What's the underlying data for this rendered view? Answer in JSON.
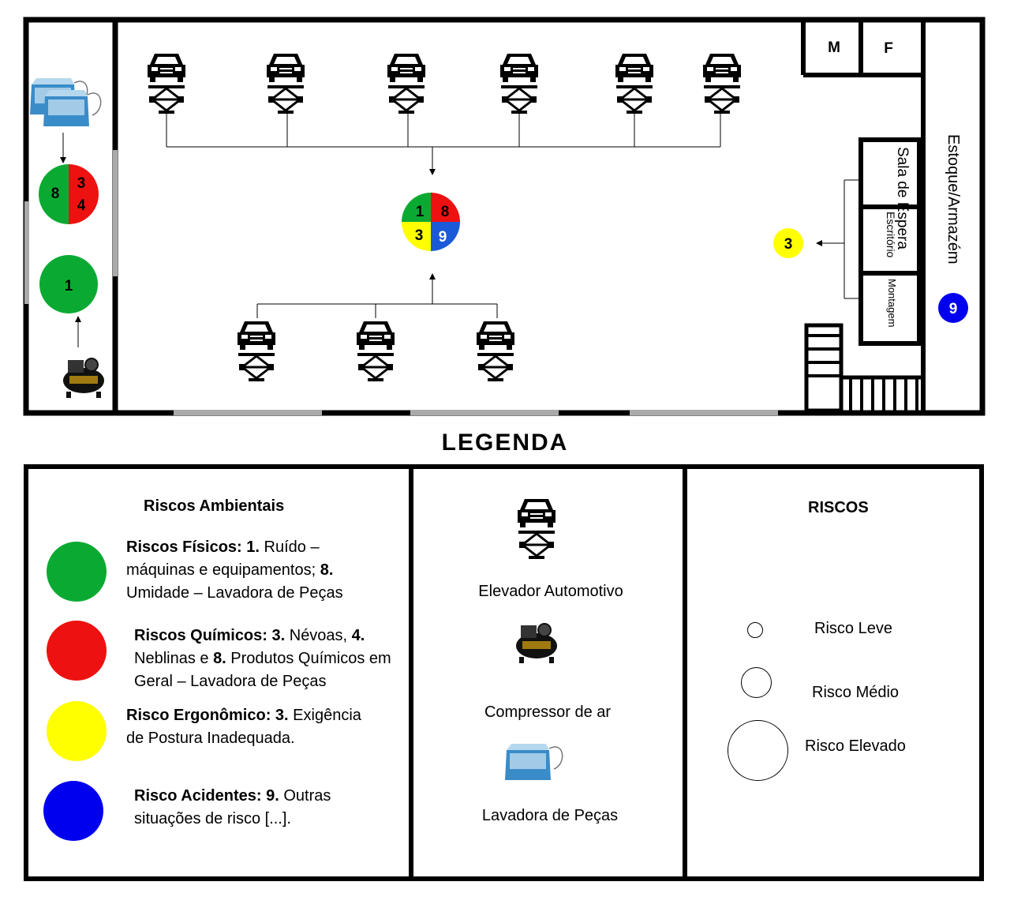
{
  "plan": {
    "rooms": {
      "male_wc": "M",
      "female_wc": "F",
      "waiting_room": "Sala de Espera",
      "office": "Escritório",
      "assembly": "Montagem",
      "storage": "Estoque/Armazém"
    },
    "markers": {
      "central": [
        "1",
        "8",
        "3",
        "9"
      ],
      "washer": [
        "8",
        "3",
        "4"
      ],
      "compressor": "1",
      "ergonomic_rooms": "3",
      "storage": "9"
    }
  },
  "legend": {
    "title": "LEGENDA",
    "environmental": {
      "heading": "Riscos Ambientais",
      "items": [
        {
          "color": "#0aaa32",
          "title": "Riscos Físicos:",
          "text": [
            [
              "b",
              "1."
            ],
            [
              "t",
              " Ruído – máquinas e equipamentos; "
            ],
            [
              "b",
              "8."
            ],
            [
              "t",
              " Umidade – Lavadora de Peças"
            ]
          ]
        },
        {
          "color": "#ee1111",
          "title": "Riscos Químicos:",
          "text": [
            [
              "b",
              "3."
            ],
            [
              "t",
              " Névoas, "
            ],
            [
              "b",
              "4."
            ],
            [
              "t",
              " Neblinas e "
            ],
            [
              "b",
              "8."
            ],
            [
              "t",
              " Produtos Químicos em Geral – Lavadora de Peças"
            ]
          ]
        },
        {
          "color": "#ffff00",
          "title": "Risco Ergonômico:",
          "text": [
            [
              "b",
              "3."
            ],
            [
              "t",
              " Exigência de Postura Inadequada."
            ]
          ]
        },
        {
          "color": "#0000ee",
          "title": "Risco Acidentes:",
          "text": [
            [
              "b",
              "9."
            ],
            [
              "t",
              " Outras situações de risco [...]."
            ]
          ]
        }
      ]
    },
    "equipment": {
      "lift": "Elevador Automotivo",
      "compressor": "Compressor de ar",
      "washer": "Lavadora de Peças"
    },
    "risk_levels": {
      "heading": "RISCOS",
      "light": "Risco Leve",
      "medium": "Risco Médio",
      "high": "Risco Elevado"
    }
  },
  "colors": {
    "green": "#0aaa32",
    "red": "#ee1111",
    "yellow": "#ffff00",
    "blue": "#0000ee"
  }
}
